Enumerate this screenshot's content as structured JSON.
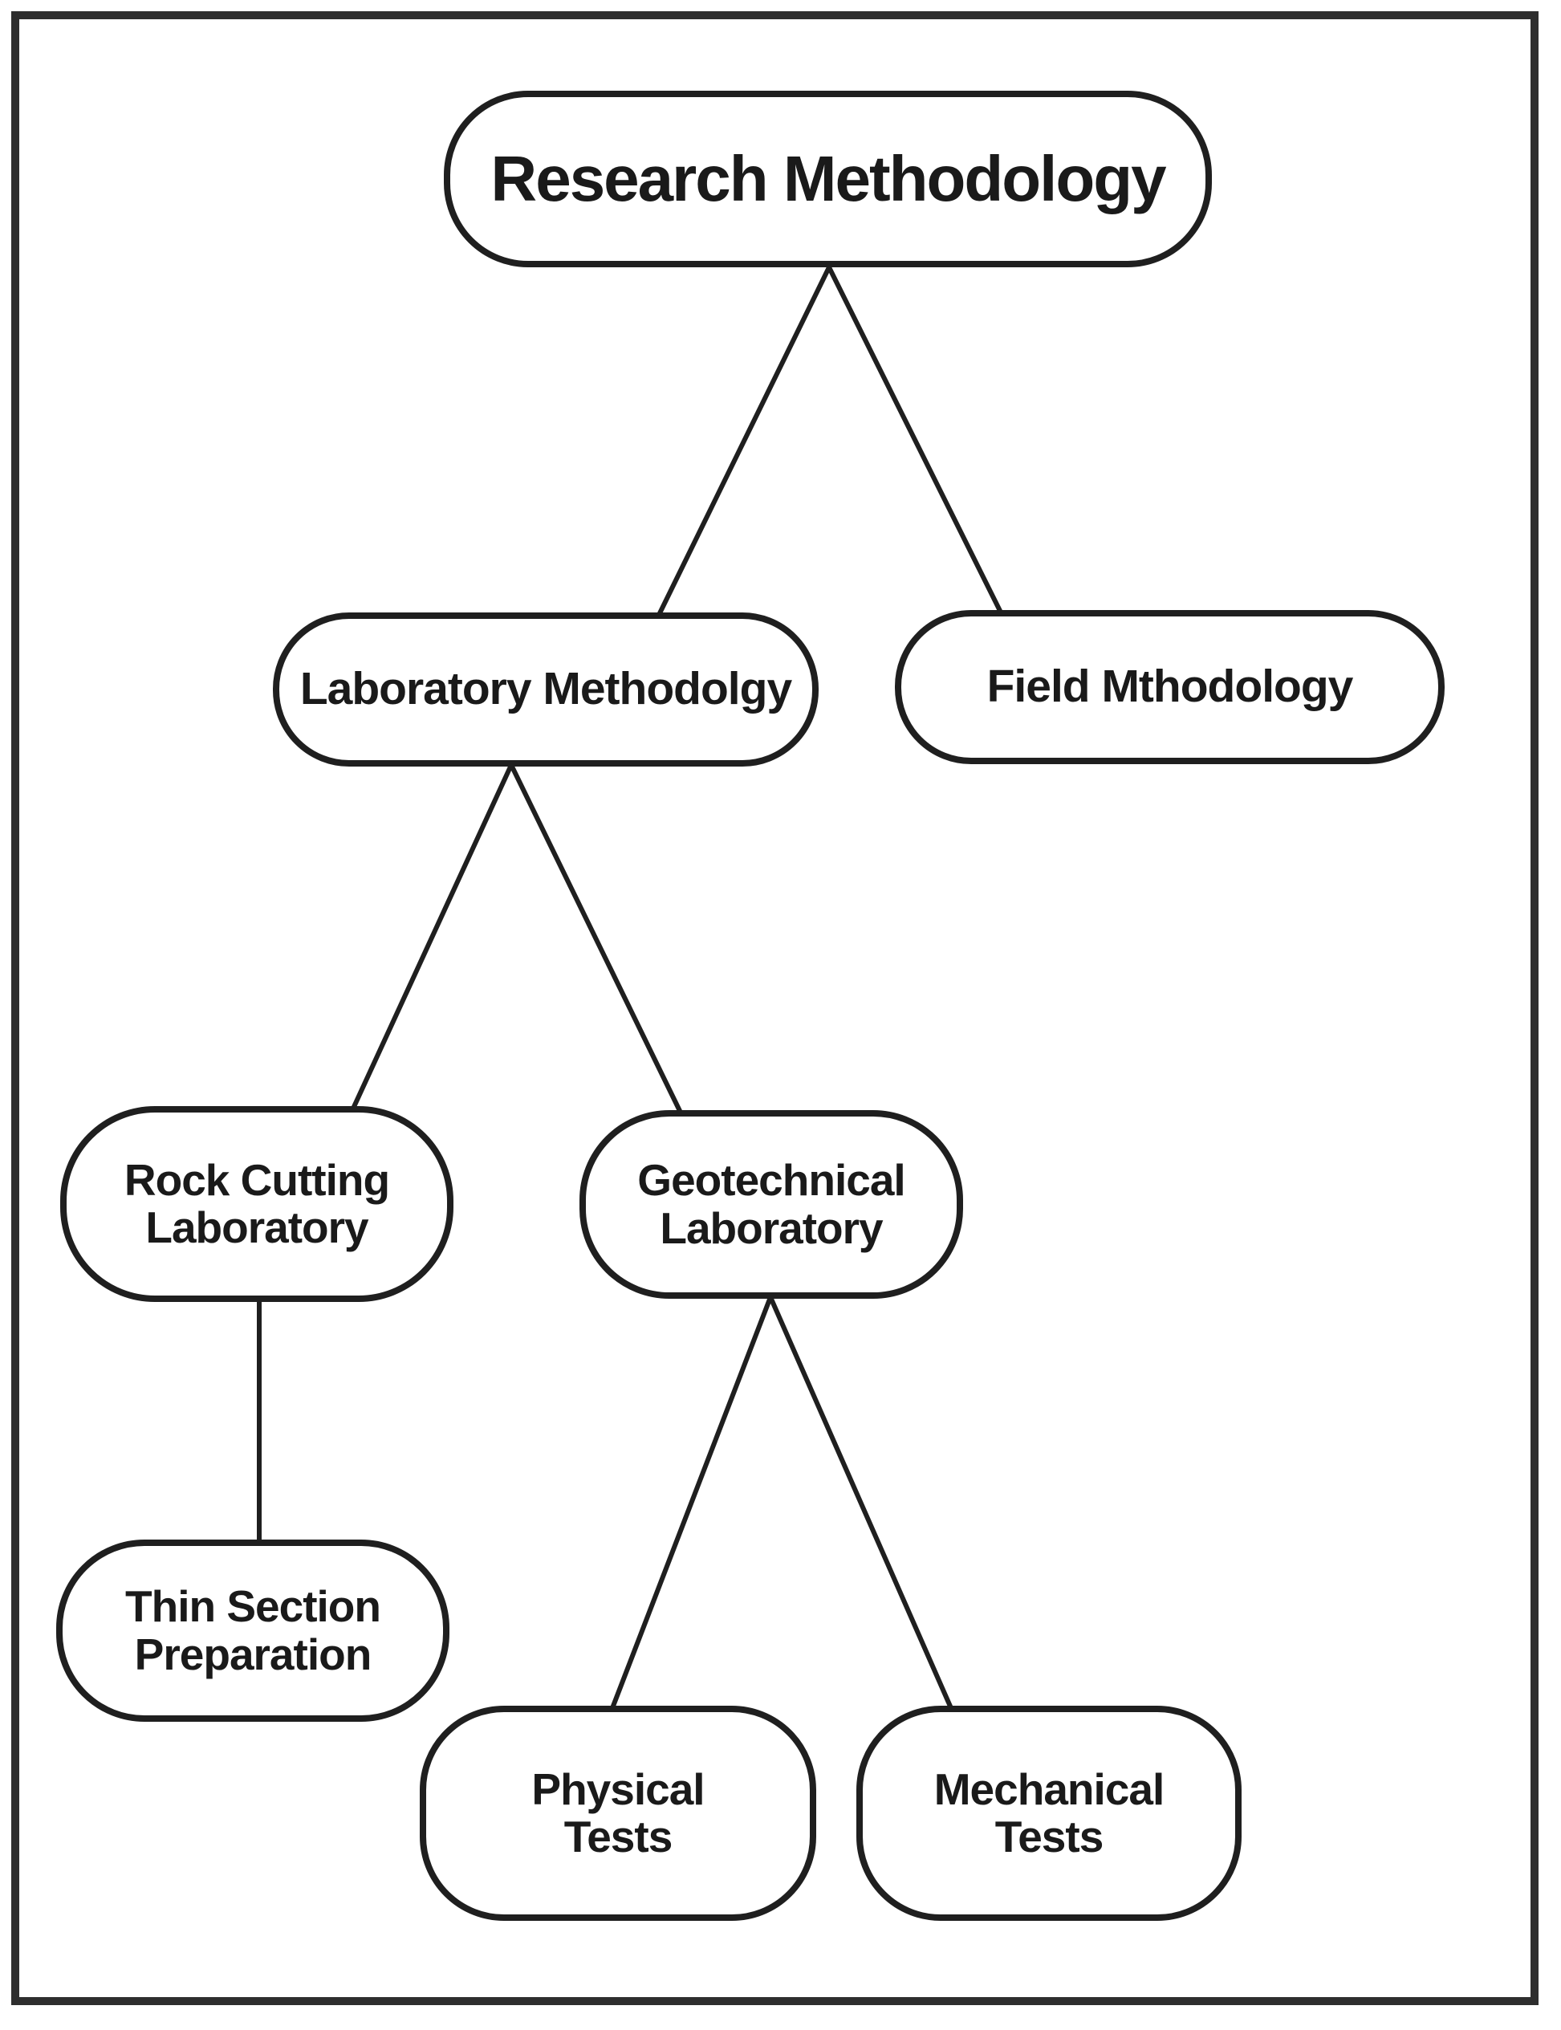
{
  "diagram": {
    "type": "tree",
    "title": "Research Methodology",
    "colors": {
      "background": "#ffffff",
      "frame": "#2e2e2e",
      "node_fill": "#ffffff",
      "node_border": "#1f1f1f",
      "connector": "#1f1f1f",
      "text": "#1a1a1a"
    },
    "nodes": {
      "research": {
        "label": "Research Methodology",
        "lines": [
          "Research Methodology"
        ]
      },
      "laboratory": {
        "label": "Laboratory Methodolgy",
        "lines": [
          "Laboratory Methodolgy"
        ]
      },
      "field": {
        "label": "Field Mthodology",
        "lines": [
          "Field Mthodology"
        ]
      },
      "rock": {
        "label": "Rock Cutting Laboratory",
        "lines": [
          "Rock Cutting",
          "Laboratory"
        ]
      },
      "geo": {
        "label": "Geotechnical Laboratory",
        "lines": [
          "Geotechnical",
          "Laboratory"
        ]
      },
      "thin": {
        "label": "Thin Section Preparation",
        "lines": [
          "Thin Section",
          "Preparation"
        ]
      },
      "physical": {
        "label": "Physical Tests",
        "lines": [
          "Physical",
          "Tests"
        ]
      },
      "mechanical": {
        "label": "Mechanical Tests",
        "lines": [
          "Mechanical",
          "Tests"
        ]
      }
    },
    "edges": [
      {
        "from": "research",
        "to": "laboratory"
      },
      {
        "from": "research",
        "to": "field"
      },
      {
        "from": "laboratory",
        "to": "rock"
      },
      {
        "from": "laboratory",
        "to": "geo"
      },
      {
        "from": "rock",
        "to": "thin"
      },
      {
        "from": "geo",
        "to": "physical"
      },
      {
        "from": "geo",
        "to": "mechanical"
      }
    ]
  }
}
